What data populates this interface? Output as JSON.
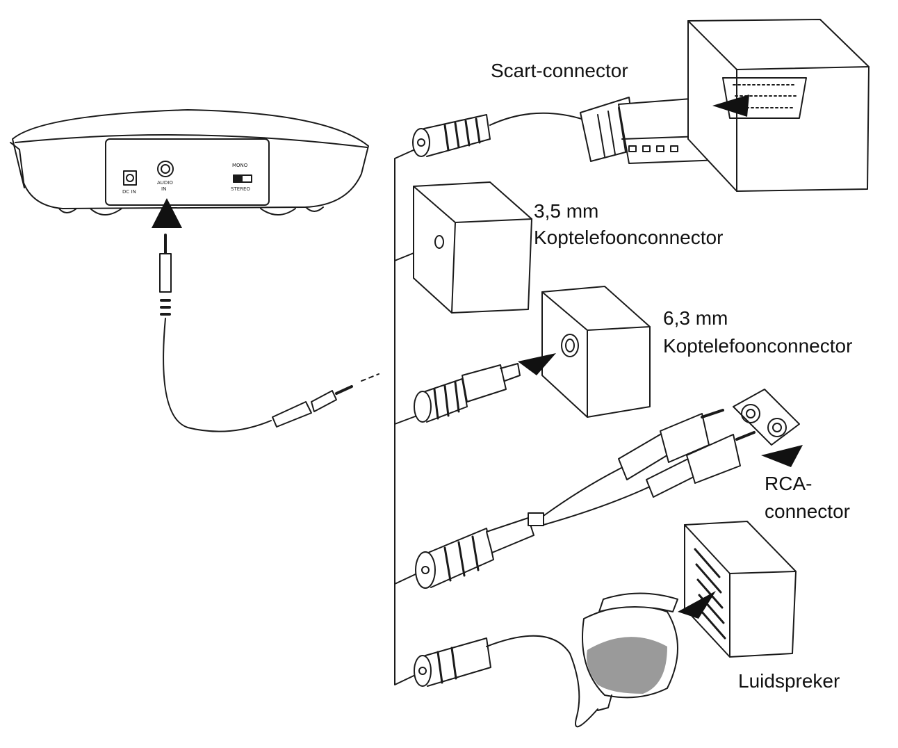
{
  "labels": {
    "scart": "Scart-connector",
    "jack35_size": "3,5 mm",
    "jack35_name": "Koptelefoonconnector",
    "jack63_size": "6,3 mm",
    "jack63_name": "Koptelefoonconnector",
    "rca_line1": "RCA-",
    "rca_line2": "connector",
    "speaker": "Luidspreker"
  },
  "transmitter_panel": {
    "dc_in": "DC IN",
    "audio_in_1": "AUDIO",
    "audio_in_2": "IN",
    "mono": "MONO",
    "stereo": "STEREO"
  },
  "colors": {
    "line": "#1a1a1a",
    "arrow": "#111111",
    "speaker_grille": "#9a9a9a"
  }
}
